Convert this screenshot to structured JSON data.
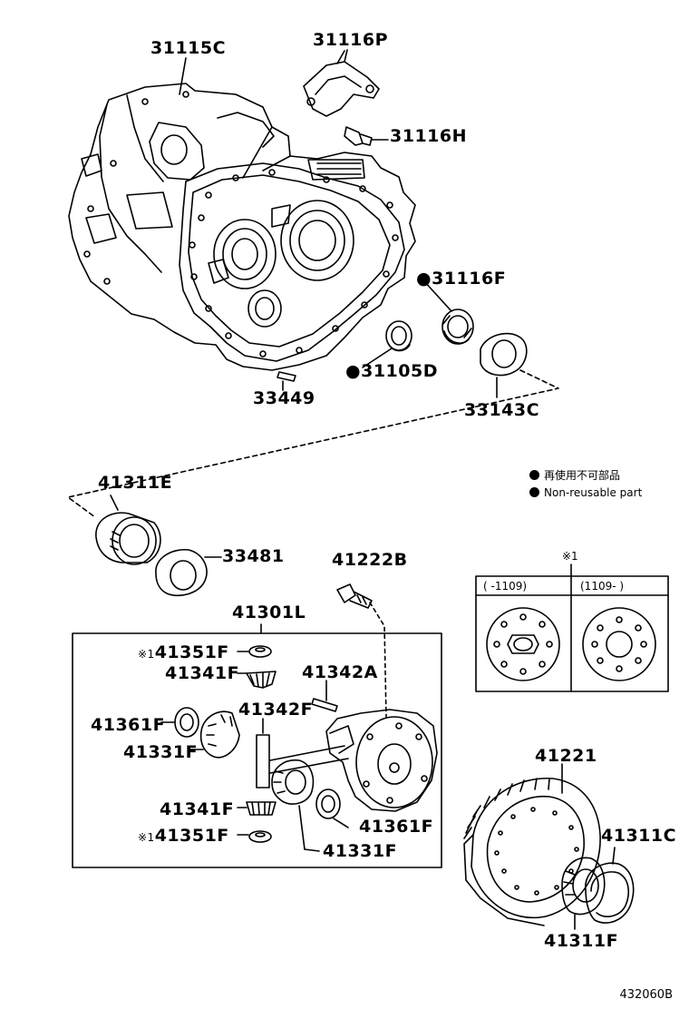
{
  "parts": {
    "p31115C": "31115C",
    "p31116P": "31116P",
    "p31116H": "31116H",
    "p31116F": "31116F",
    "p31105D": "31105D",
    "p33449": "33449",
    "p33143C": "33143C",
    "p41311E": "41311E",
    "p33481": "33481",
    "p41222B": "41222B",
    "p41301L": "41301L",
    "p41351F_top": "41351F",
    "p41341F_top": "41341F",
    "p41342A": "41342A",
    "p41342F": "41342F",
    "p41361F_left": "41361F",
    "p41331F_top": "41331F",
    "p41341F_bottom": "41341F",
    "p41351F_bottom": "41351F",
    "p41361F_right": "41361F",
    "p41331F_bottom": "41331F",
    "p41221": "41221",
    "p41311C": "41311C",
    "p41311F": "41311F"
  },
  "markers": {
    "non_reusable": "●",
    "note_ref": "※1"
  },
  "legend": {
    "japanese": "再使用不可部品",
    "english": "Non-reusable part"
  },
  "inset": {
    "title": "※1",
    "col_left": "(      -1109)",
    "col_right": "(1109-        )"
  },
  "diagram_ref": "432060B"
}
